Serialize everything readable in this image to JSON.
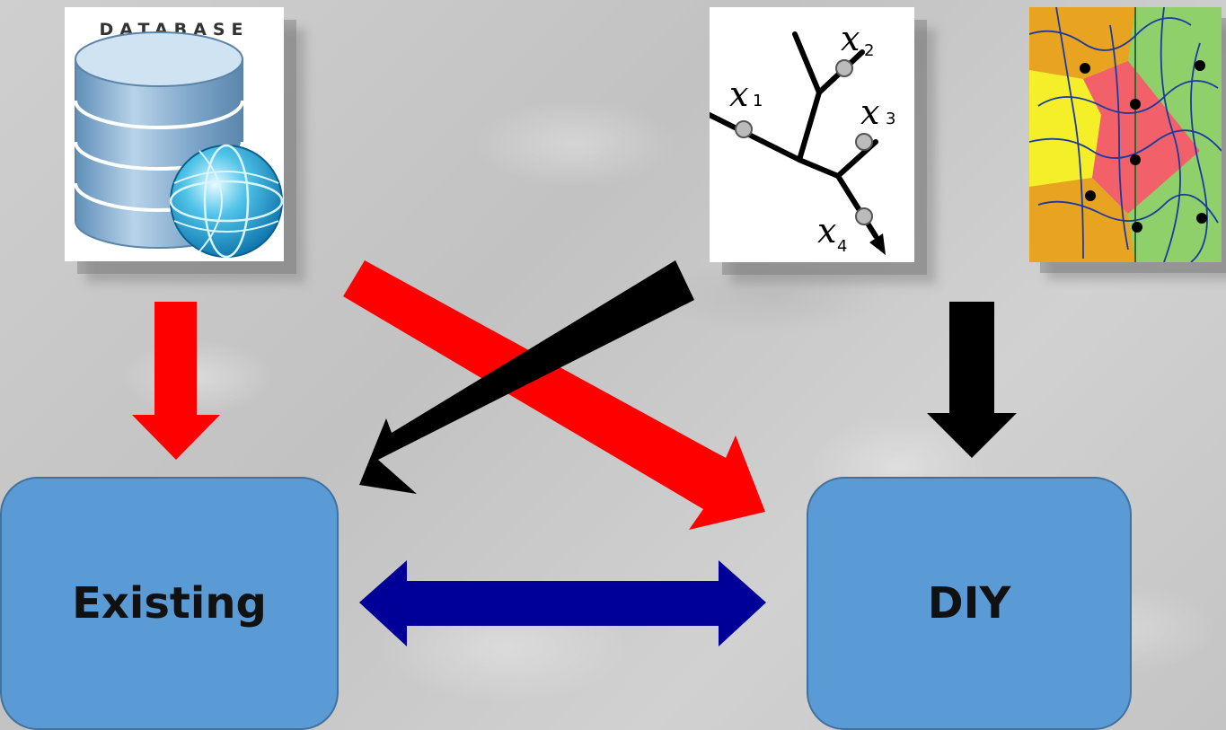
{
  "database_image": {
    "title": "DATABASE",
    "icon": "database-globe-icon"
  },
  "tree_image": {
    "icon": "branching-tree-icon",
    "labels": [
      {
        "var": "x",
        "sub": "1"
      },
      {
        "var": "x",
        "sub": "2"
      },
      {
        "var": "x",
        "sub": "3"
      },
      {
        "var": "x",
        "sub": "4"
      }
    ]
  },
  "map_image": {
    "icon": "watershed-map-icon"
  },
  "boxes": {
    "existing": "Existing",
    "diy": "DIY"
  },
  "colors": {
    "box_fill": "#5b9bd5",
    "box_border": "#41719c",
    "red_arrow": "#ff0000",
    "black_arrow": "#000000",
    "blue_arrow": "#000099"
  }
}
